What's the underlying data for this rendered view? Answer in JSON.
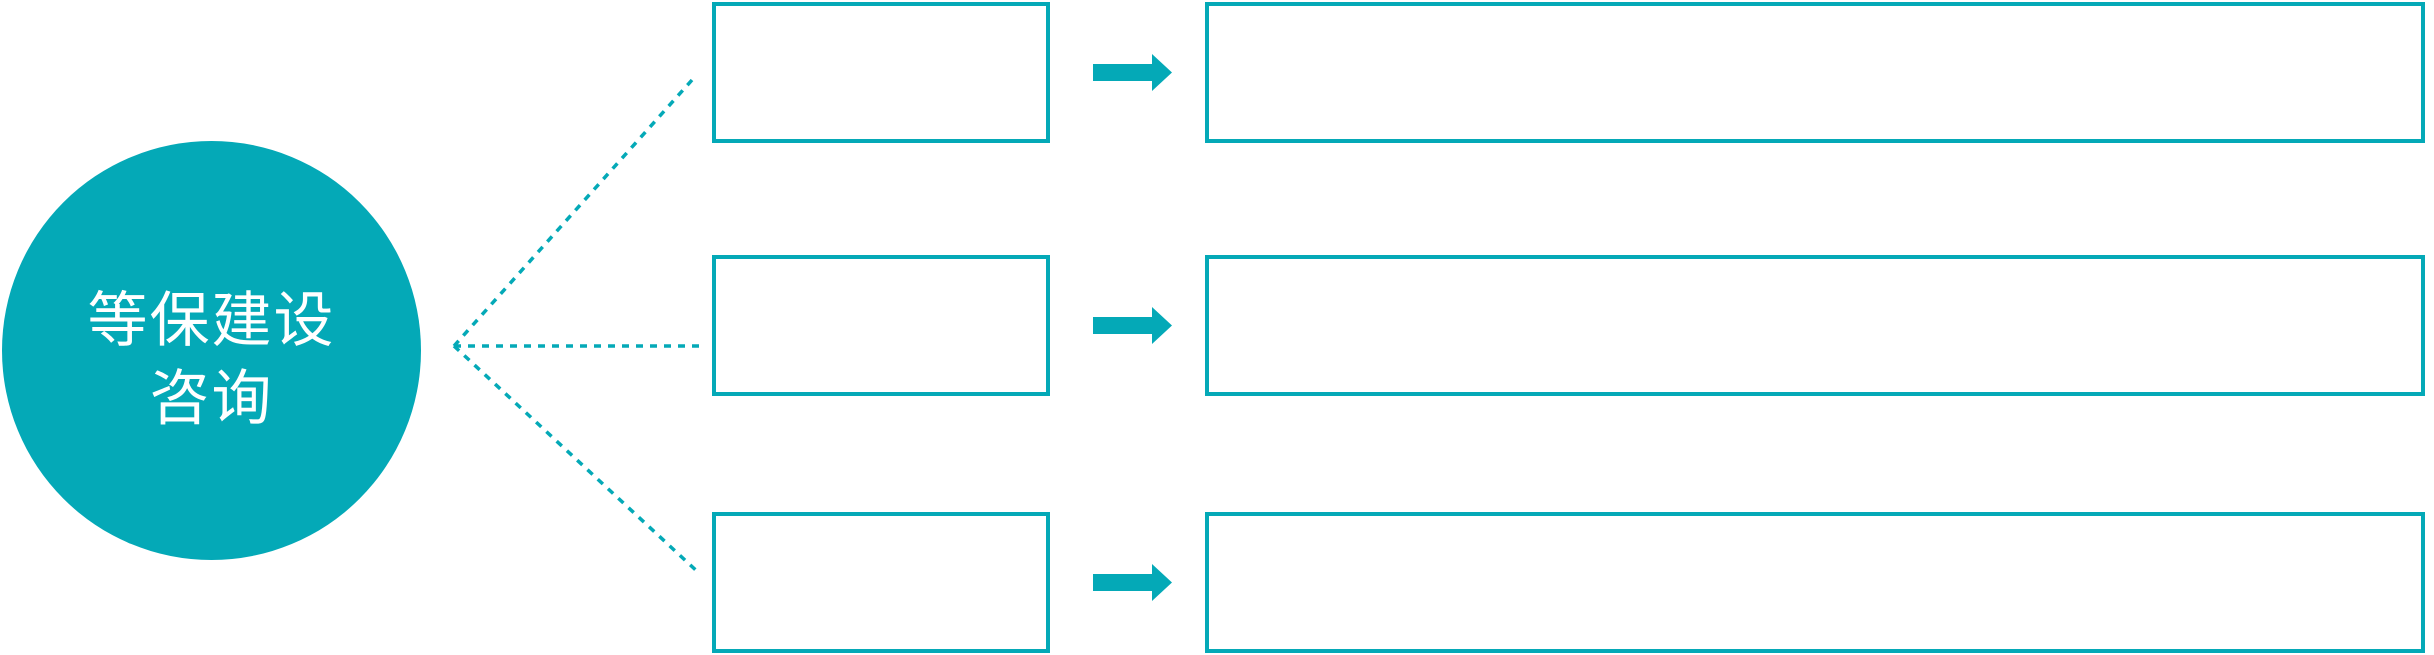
{
  "colors": {
    "accent": "#04a9b7",
    "background": "#ffffff",
    "box_fill": "#ffffff",
    "hub_text": "#ffffff"
  },
  "hub": {
    "label_lines": [
      "等保建设",
      "咨询"
    ]
  },
  "rows": [
    {
      "step_text": "",
      "detail_text": ""
    },
    {
      "step_text": "",
      "detail_text": ""
    },
    {
      "step_text": "",
      "detail_text": ""
    }
  ],
  "connectors": {
    "style": "dotted",
    "count": 3
  }
}
